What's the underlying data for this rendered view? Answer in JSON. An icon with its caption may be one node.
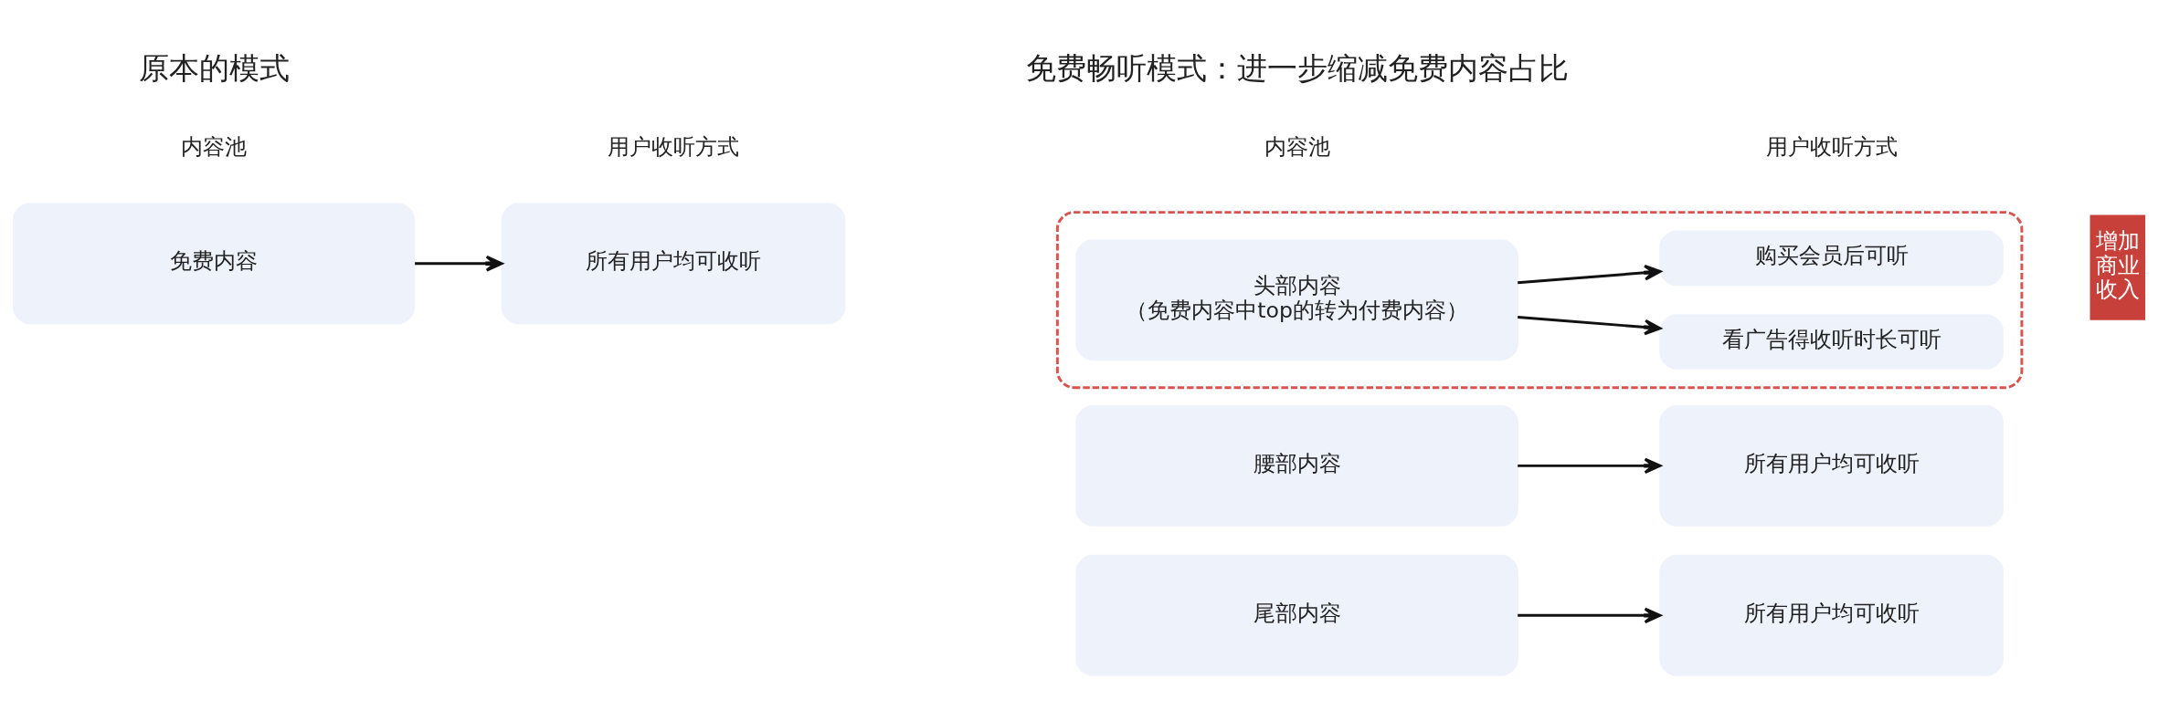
{
  "diagram": {
    "nodes": [
      {
        "text": [
          "免费内容"
        ]
      },
      {
        "text": [
          "所有用户均可收听"
        ]
      },
      {
        "text": [],
        "shape": "box"
      },
      {
        "text": [
          "头部内容",
          "（免费内容中top的转为付费内容）"
        ],
        "in": 2
      },
      {
        "text": [
          "购买会员后可听"
        ],
        "in": 2
      },
      {
        "text": [
          "看广告得收听时长可听"
        ],
        "in": 2
      },
      {
        "text": [
          "增加商业收入"
        ]
      },
      {
        "text": [
          "腰部内容"
        ]
      },
      {
        "text": [
          "所有用户均可收听"
        ]
      },
      {
        "text": [
          "尾部内容"
        ]
      },
      {
        "text": [
          "所有用户均可收听"
        ]
      }
    ],
    "edges": [
      {
        "from": 0,
        "to": 1,
        "arrow": "to"
      },
      {
        "from": 3,
        "to": 4,
        "arrow": "to"
      },
      {
        "from": 3,
        "to": 5,
        "arrow": "to"
      },
      {
        "from": 7,
        "to": 8,
        "arrow": "to"
      },
      {
        "from": 9,
        "to": 10,
        "arrow": "to"
      }
    ],
    "labels": [
      "原本的模式",
      "免费畅听模式：进一步缩减免费内容占比",
      "内容池",
      "用户收听方式",
      "内容池",
      "用户收听方式"
    ]
  }
}
